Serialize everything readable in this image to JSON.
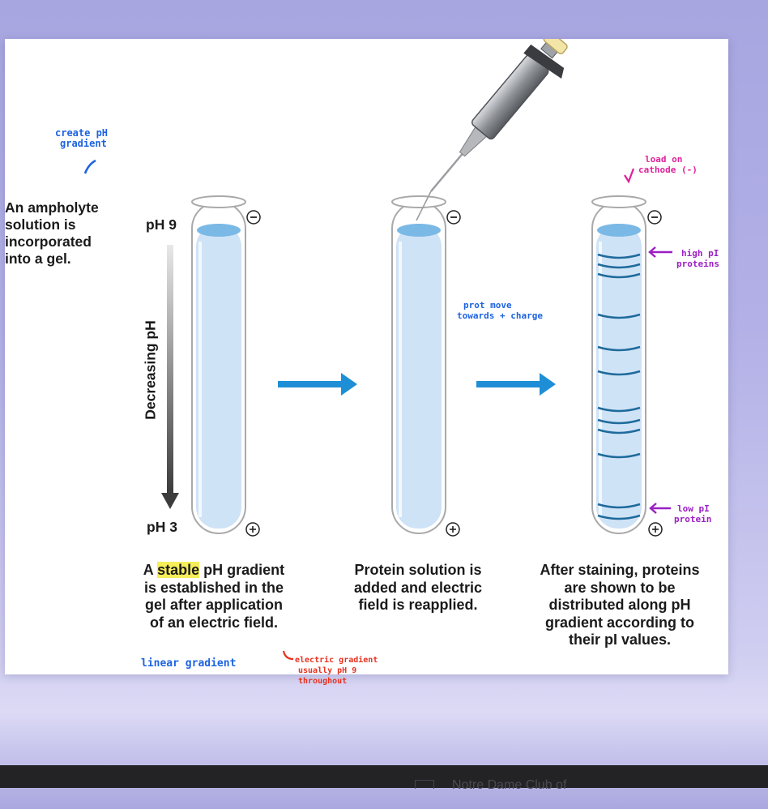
{
  "diagram": {
    "step1": {
      "description": [
        "An ampholyte",
        "solution is",
        "incorporated",
        "into a gel."
      ],
      "ph_top": "pH 9",
      "ph_bottom": "pH 3",
      "axis_label": "Decreasing pH",
      "caption_pre": "A ",
      "caption_highlight": "stable",
      "caption_post": " pH gradient",
      "caption_lines": [
        "is established in the",
        "gel after application",
        "of an electric field."
      ]
    },
    "step2": {
      "caption_lines": [
        "Protein solution is",
        "added and electric",
        "field is reapplied."
      ]
    },
    "step3": {
      "caption_lines": [
        "After staining, proteins",
        "are shown to be",
        "distributed along pH",
        "gradient according to",
        "their pI values."
      ]
    },
    "electrodes": {
      "cathode": "−",
      "anode": "+"
    }
  },
  "annotations": {
    "create_ph": [
      "create pH",
      "gradient"
    ],
    "load_cathode": [
      "load on",
      "cathode (-)"
    ],
    "prot_move": [
      "prot move",
      "towards + charge"
    ],
    "high_pi": [
      "high pI",
      "proteins"
    ],
    "low_pi": [
      "low pI",
      "protein"
    ],
    "linear": "linear gradient",
    "electric": [
      "electric gradient",
      "usually pH 9",
      "throughout"
    ]
  },
  "colors": {
    "gel_fill": "#cfe3f7",
    "gel_top": "#7ab8e6",
    "arrow": "#1e8fd6",
    "band": "#1f6b9c",
    "annotation_blue": "#1d63e0",
    "annotation_pink": "#e0209a",
    "annotation_purple": "#9b1fc4",
    "annotation_red": "#e8311f",
    "highlight": "#f6ee5a"
  },
  "bottom_bar": {
    "text": "Notre Dame Club of"
  }
}
